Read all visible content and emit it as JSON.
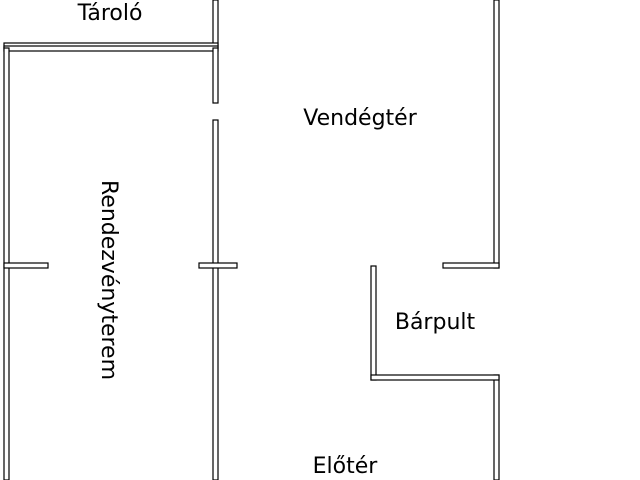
{
  "plan": {
    "rooms": {
      "storage": "Tároló",
      "guest_area": "Vendégtér",
      "event_hall": "Rendezvényterem",
      "bar_counter": "Bárpult",
      "lobby": "Előtér"
    },
    "colors": {
      "background": "#ffffff",
      "wall_fill": "#ffffff",
      "wall_stroke": "#000000",
      "text": "#000000"
    }
  }
}
